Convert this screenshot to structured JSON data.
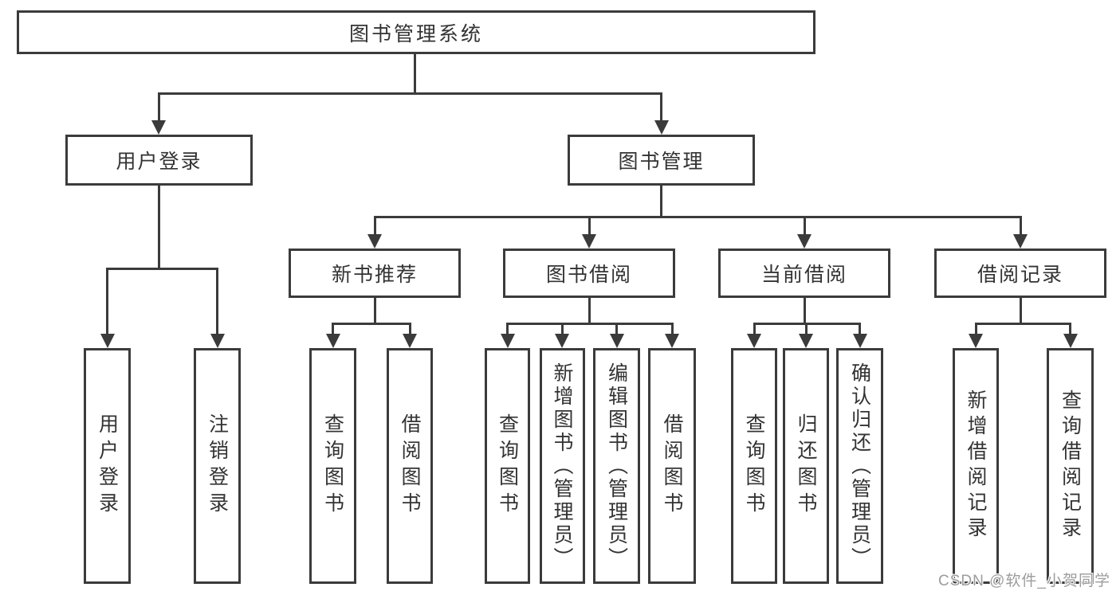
{
  "colors": {
    "line": "#3b3b3b",
    "text": "#333333",
    "bg": "#ffffff",
    "watermark": "#9c9c9c"
  },
  "watermark": {
    "text": "CSDN @软件_小贺同学"
  },
  "nodes": {
    "root": "图书管理系统",
    "login_group": "用户登录",
    "book_mgmt": "图书管理",
    "new_book_rec": "新书推荐",
    "book_borrow": "图书借阅",
    "current_borrow": "当前借阅",
    "borrow_records": "借阅记录",
    "user_login": "用户登录",
    "logout_login": "注销登录",
    "nbr_query_books": "查询图书",
    "nbr_borrow_books": "借阅图书",
    "bb_query_books": "查询图书",
    "bb_add_books": "新增图书（管理员）",
    "bb_edit_books": "编辑图书（管理员）",
    "bb_borrow_books": "借阅图书",
    "cb_query_books": "查询图书",
    "cb_return_books": "归还图书",
    "cb_confirm_return": "确认归还（管理员）",
    "br_add_record": "新增借阅记录",
    "br_query_record": "查询借阅记录"
  }
}
